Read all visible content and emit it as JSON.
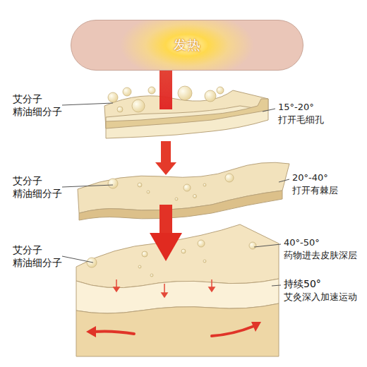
{
  "diagram": {
    "nodes": [
      {
        "text": [
          "发热"
        ]
      }
    ],
    "labels": [
      "艾分子",
      "精油细分子",
      "15°-20°",
      "打开毛细孔",
      "艾分子",
      "精油细分子",
      "20°-40°",
      "打开有棘层",
      "艾分子",
      "精油细分子",
      "40°-50°",
      "药物进去皮肤深层",
      "持续50°",
      "艾灸深入加速运动"
    ]
  }
}
